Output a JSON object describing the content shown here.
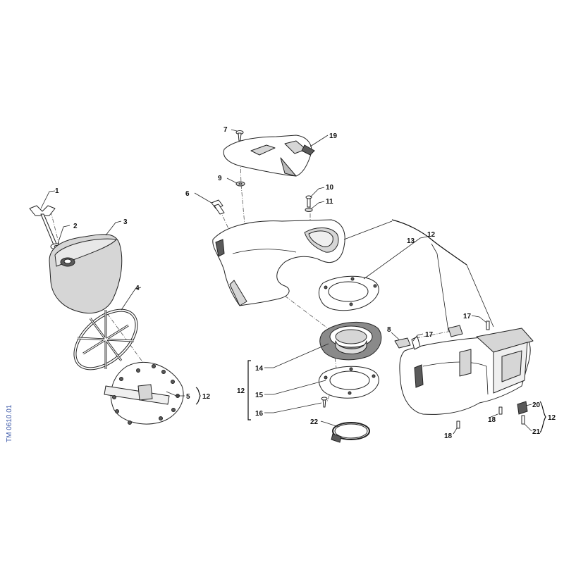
{
  "drawing_ref": "TM 0610.01",
  "callouts": {
    "c1": "1",
    "c2": "2",
    "c3": "3",
    "c4": "4",
    "c5": "5",
    "c6": "6",
    "c7": "7",
    "c8": "8",
    "c9": "9",
    "c10": "10",
    "c11": "11",
    "c12a": "12",
    "c12b": "12",
    "c12c": "12",
    "c12d": "12",
    "c13": "13",
    "c14": "14",
    "c15": "15",
    "c16": "16",
    "c17a": "17",
    "c17b": "17",
    "c18a": "18",
    "c18b": "18",
    "c19": "19",
    "c20": "20",
    "c21": "21",
    "c22": "22"
  }
}
